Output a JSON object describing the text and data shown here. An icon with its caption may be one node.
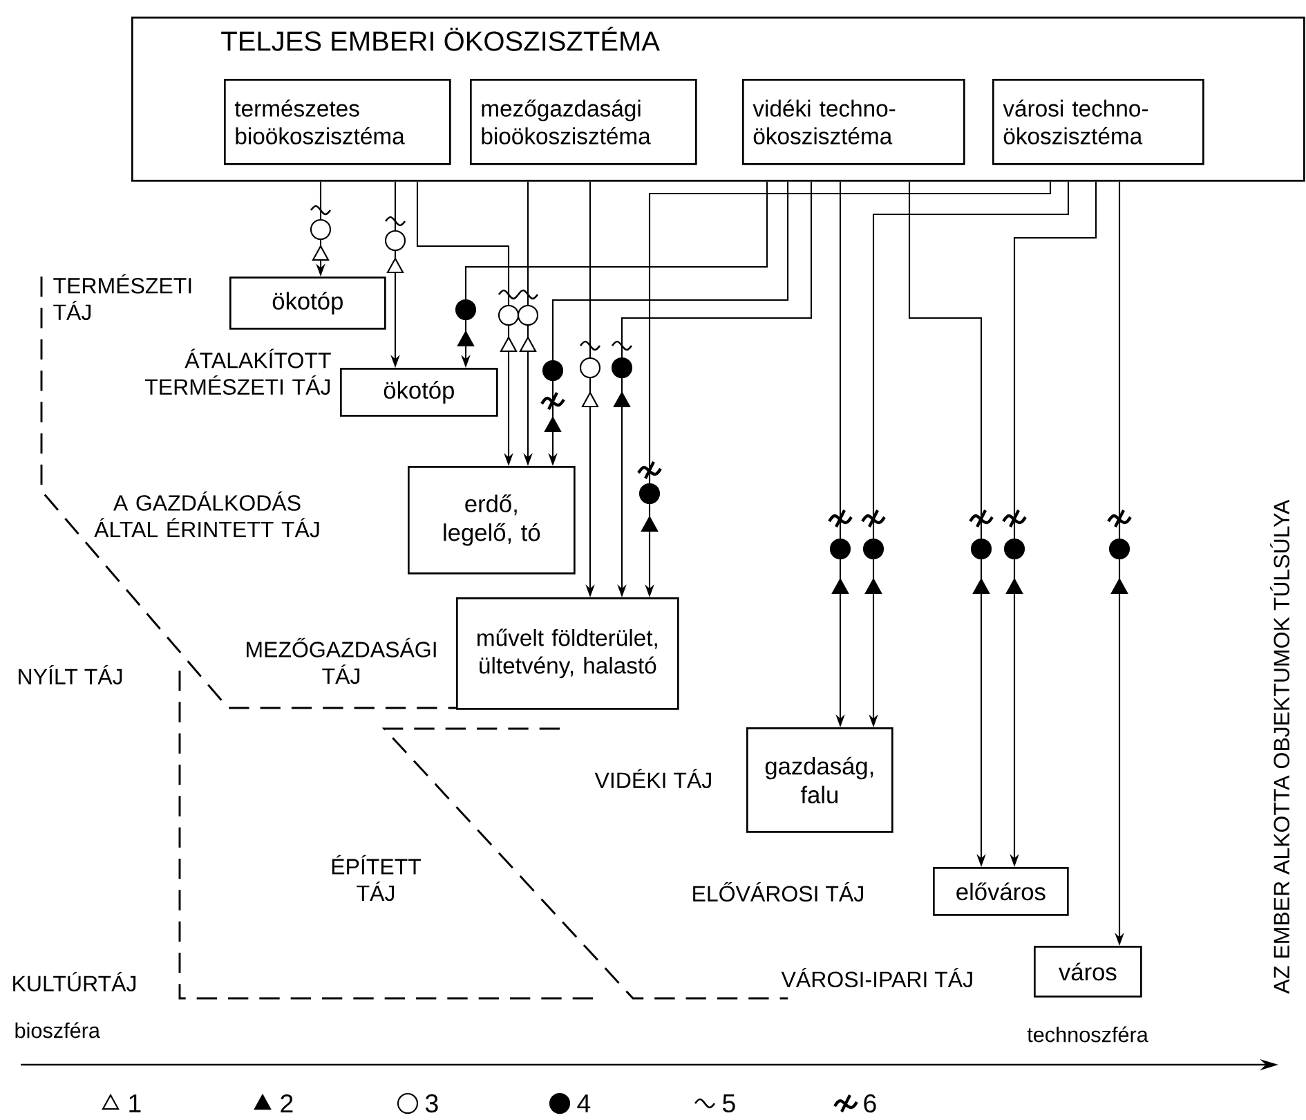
{
  "diagram": {
    "nodes": [
      {
        "text": [
          "TELJES EMBERI ÖKOSZISZTÉMA"
        ]
      },
      {
        "text": [
          "természetes bioökoszisztéma"
        ],
        "in": 0
      },
      {
        "text": [
          "mezőgazdasági bioökoszisztéma"
        ],
        "in": 0
      },
      {
        "text": [
          "vidéki techno-ökoszisztéma"
        ],
        "in": 0
      },
      {
        "text": [
          "városi techno-ökoszisztéma"
        ],
        "in": 0
      },
      {
        "text": [
          "ökotóp"
        ]
      },
      {
        "text": [
          "ökotóp"
        ]
      },
      {
        "text": [
          "erdő, legelő, tó"
        ]
      },
      {
        "text": [
          "művelt földterület, ültetvény, halastó"
        ]
      },
      {
        "text": [
          "gazdaság, falu"
        ]
      },
      {
        "text": [
          "előváros"
        ]
      },
      {
        "text": [
          "város"
        ]
      }
    ],
    "edges": [
      {
        "from": 0,
        "to": 5,
        "arrow": "to"
      },
      {
        "from": 0,
        "to": 6,
        "arrow": "to"
      },
      {
        "from": 0,
        "to": 7,
        "arrow": "to"
      },
      {
        "from": 0,
        "to": 7,
        "arrow": "to"
      },
      {
        "from": 0,
        "to": 6,
        "arrow": "to"
      },
      {
        "from": 0,
        "to": 7,
        "arrow": "to"
      },
      {
        "from": 0,
        "to": 8,
        "arrow": "to"
      },
      {
        "from": 0,
        "to": 8,
        "arrow": "to"
      },
      {
        "from": 0,
        "to": 8,
        "arrow": "to"
      },
      {
        "from": 0,
        "to": 9,
        "arrow": "to"
      },
      {
        "from": 0,
        "to": 9,
        "arrow": "to"
      },
      {
        "from": 0,
        "to": 10,
        "arrow": "to"
      },
      {
        "from": 0,
        "to": 10,
        "arrow": "to"
      },
      {
        "from": 0,
        "to": 11,
        "arrow": "to"
      }
    ],
    "labels": [
      "TERMÉSZETI TÁJ",
      "ÁTALAKÍTOTT TERMÉSZETI TÁJ",
      "A GAZDÁLKODÁS ÁLTAL ÉRINTETT TÁJ",
      "MEZŐGAZDASÁGI TÁJ",
      "NYÍLT TÁJ",
      "VIDÉKI TÁJ",
      "ÉPÍTETT TÁJ",
      "ELŐVÁROSI TÁJ",
      "KULTÚRTÁJ",
      "VÁROSI-IPARI TÁJ",
      "bioszféra",
      "technoszféra",
      "AZ EMBER ALKOTTA OBJEKTUMOK TÚLSÚLYA"
    ],
    "legend": [
      {
        "text": "1"
      },
      {
        "text": "2"
      },
      {
        "text": "3"
      },
      {
        "text": "4"
      },
      {
        "text": "5"
      },
      {
        "text": "6"
      }
    ]
  }
}
